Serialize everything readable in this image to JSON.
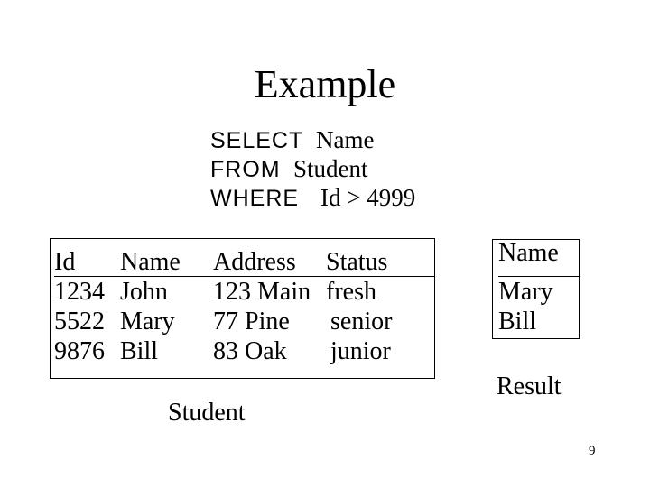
{
  "slide": {
    "title": "Example",
    "page_number": "9"
  },
  "query": {
    "lines": [
      {
        "keyword": "SELECT",
        "rest": "Name"
      },
      {
        "keyword": "FROM",
        "rest": "Student"
      },
      {
        "keyword": "WHERE",
        "rest": "Id > 4999"
      }
    ]
  },
  "student_table": {
    "caption": "Student",
    "columns": [
      "Id",
      "Name",
      "Address",
      "Status"
    ],
    "rows": [
      [
        "1234",
        "John",
        "123 Main",
        "fresh"
      ],
      [
        "5522",
        "Mary",
        "77 Pine",
        "senior"
      ],
      [
        "9876",
        "Bill",
        "83 Oak",
        "junior"
      ]
    ]
  },
  "result_table": {
    "caption": "Result",
    "columns": [
      "Name"
    ],
    "rows": [
      "Mary",
      "Bill"
    ]
  },
  "colors": {
    "text": "#000000",
    "background": "#ffffff",
    "border": "#000000"
  }
}
